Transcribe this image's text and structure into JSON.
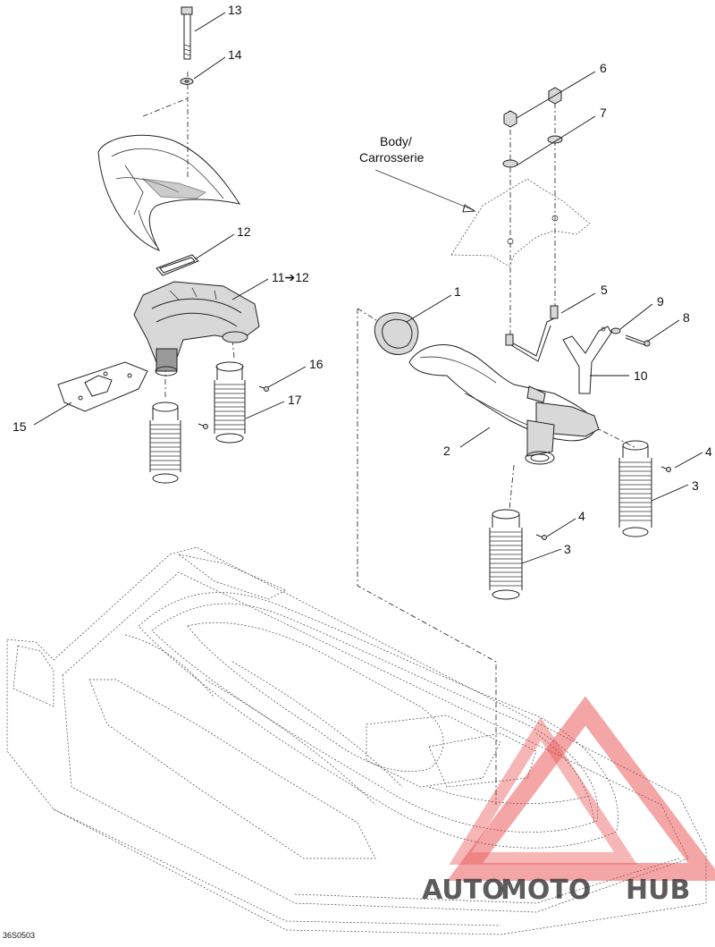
{
  "diagram": {
    "callouts": [
      "1",
      "2",
      "3",
      "3",
      "4",
      "4",
      "5",
      "6",
      "7",
      "8",
      "9",
      "10",
      "11➔12",
      "12",
      "13",
      "14",
      "15",
      "16",
      "17"
    ],
    "assembly_label": [
      "Body/",
      "Carrosserie"
    ],
    "figure_code": "36S0503",
    "watermark": {
      "auto": "AUTO",
      "moto": "MOTO",
      "hub": "HUB"
    },
    "colors": {
      "watermark_red": "#e84040",
      "watermark_orange": "#f0a020",
      "watermark_gray": "#9a9a9a",
      "line": "#222222"
    }
  }
}
